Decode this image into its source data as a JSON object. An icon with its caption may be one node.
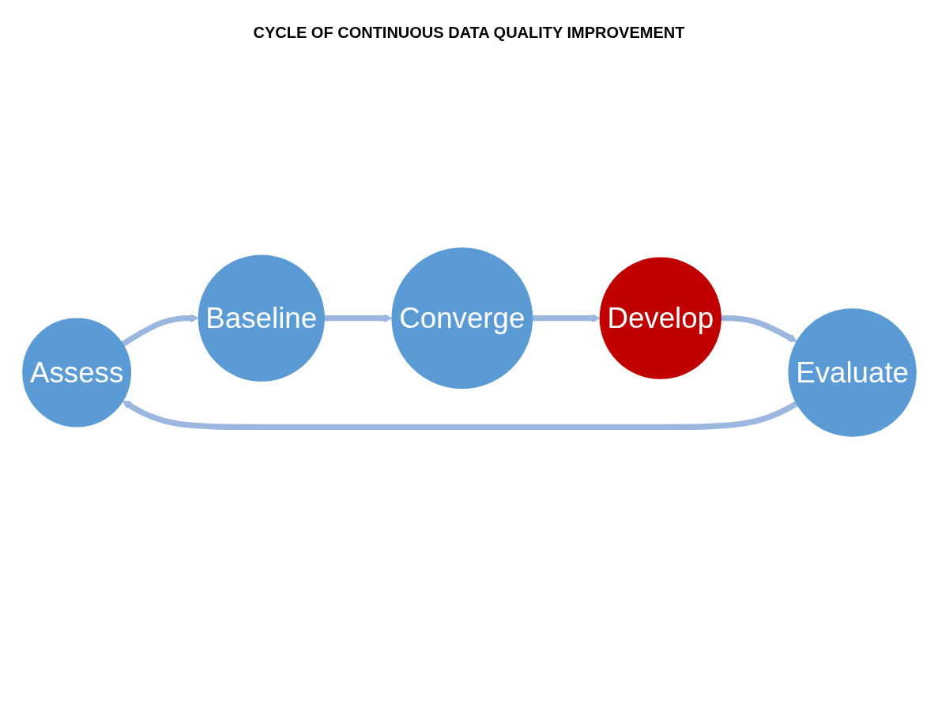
{
  "diagram": {
    "nodes": [
      {
        "text": [
          "Assess"
        ]
      },
      {
        "text": [
          "Baseline"
        ]
      },
      {
        "text": [
          "Converge"
        ]
      },
      {
        "text": [
          "Develop"
        ]
      },
      {
        "text": [
          "Evaluate"
        ]
      }
    ],
    "edges": [
      {
        "from": 0,
        "to": 1,
        "arrow": "to"
      },
      {
        "from": 1,
        "to": 2,
        "arrow": "to"
      },
      {
        "from": 2,
        "to": 3,
        "arrow": "to"
      },
      {
        "from": 3,
        "to": 4,
        "arrow": "to"
      },
      {
        "from": 4,
        "to": 0,
        "arrow": "to"
      }
    ],
    "labels": [
      "CYCLE OF CONTINUOUS DATA QUALITY IMPROVEMENT"
    ]
  }
}
